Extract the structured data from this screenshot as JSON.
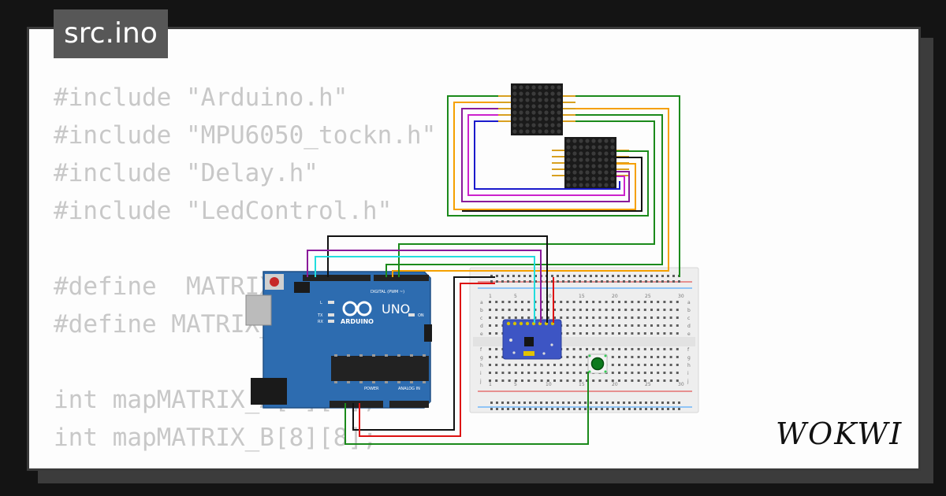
{
  "tab": {
    "filename": "src.ino"
  },
  "code": {
    "lines": [
      "#include \"Arduino.h\"",
      "#include \"MPU6050_tockn.h\"",
      "#include \"Delay.h\"",
      "#include \"LedControl.h\"",
      "",
      "#define  MATRIX_A",
      "#define MATRIX_B",
      "",
      "int mapMATRIX_A[8][8];",
      "int mapMATRIX_B[8][8];"
    ]
  },
  "board": {
    "brand": "ARDUINO",
    "model": "UNO",
    "digital_header": "DIGITAL (PWM ~)",
    "power_header": "POWER",
    "analog_header": "ANALOG IN",
    "led_labels": [
      "L",
      "TX",
      "RX",
      "ON"
    ]
  },
  "breadboard": {
    "column_numbers": [
      "1",
      "5",
      "10",
      "15",
      "20",
      "25",
      "30"
    ],
    "row_letters_top": [
      "a",
      "b",
      "c",
      "d",
      "e"
    ],
    "row_letters_bottom": [
      "f",
      "g",
      "h",
      "i",
      "j"
    ]
  },
  "logo": {
    "text": "WOKWI"
  },
  "colors": {
    "wire_green": "#1b8a1b",
    "wire_orange": "#f5a000",
    "wire_purple": "#8a1a9a",
    "wire_magenta": "#cc22cc",
    "wire_blue": "#1a1acc",
    "wire_black": "#111111",
    "wire_red": "#dd1111",
    "wire_cyan": "#22dddd",
    "board_blue": "#2d6cb0",
    "matrix_bg": "#1a1a1a"
  }
}
